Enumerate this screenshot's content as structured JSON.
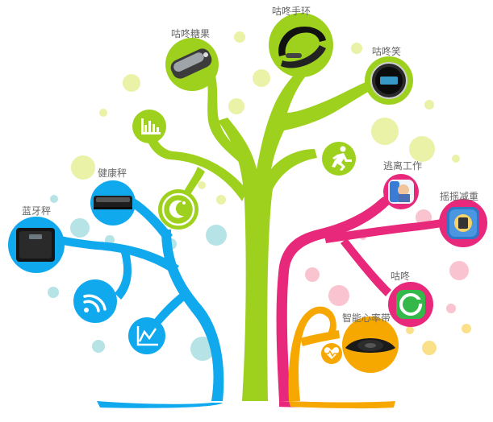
{
  "nodes": {
    "candy": {
      "label": "咕咚糖果",
      "icon": "candy-tracker-icon"
    },
    "band": {
      "label": "咕咚手环",
      "icon": "wristband-icon"
    },
    "smile": {
      "label": "咕咚笑",
      "icon": "smile-device-icon"
    },
    "escape": {
      "label": "逃离工作",
      "icon": "escape-work-app-icon"
    },
    "shake": {
      "label": "摇摇减重",
      "icon": "shake-weight-app-icon"
    },
    "codoon": {
      "label": "咕咚",
      "icon": "codoon-app-icon"
    },
    "heart": {
      "label": "智能心率带",
      "icon": "heart-rate-strap-icon"
    },
    "scale": {
      "label": "健康秤",
      "icon": "health-scale-icon"
    },
    "btscale": {
      "label": "蓝牙秤",
      "icon": "bluetooth-scale-icon"
    },
    "stats": {
      "icon": "bar-chart-icon"
    },
    "run": {
      "icon": "running-person-icon"
    },
    "moon": {
      "icon": "sleep-moon-icon"
    },
    "wifi": {
      "icon": "wifi-icon"
    },
    "trend": {
      "icon": "line-chart-icon"
    },
    "heartsmall": {
      "icon": "heartbeat-icon"
    }
  },
  "colors": {
    "green": "#9ed11e",
    "blue": "#11a9ee",
    "pink": "#e8287b",
    "orange": "#f7a800",
    "green_dot": "#e9f2a6",
    "blue_dot": "#b5e3e6",
    "pink_dot": "#f9c3cf",
    "orange_dot": "#fbe08a"
  }
}
